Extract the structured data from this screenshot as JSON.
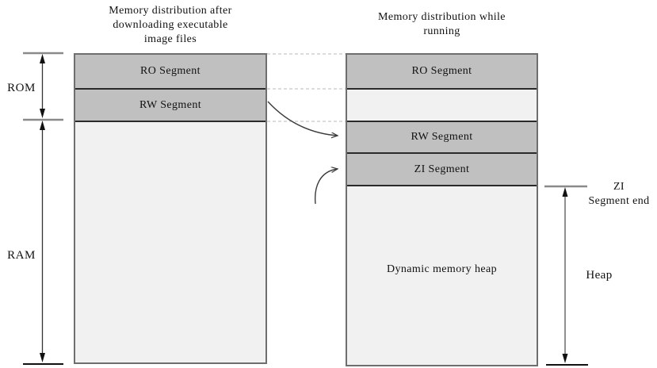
{
  "left_panel": {
    "title_lines": [
      "Memory distribution after",
      "downloading executable",
      "image files"
    ],
    "segments": [
      {
        "label": "RO Segment"
      },
      {
        "label": "RW Segment"
      }
    ]
  },
  "right_panel": {
    "title_lines": [
      "Memory distribution while",
      "running"
    ],
    "segments": [
      {
        "label": "RO Segment"
      },
      {
        "label": "RW Segment"
      },
      {
        "label": "ZI Segment"
      }
    ],
    "heap_area_label": "Dynamic memory heap"
  },
  "annotations": {
    "rom": "ROM",
    "ram": "RAM",
    "zi_end_lines": [
      "ZI",
      "Segment end"
    ],
    "heap": "Heap"
  },
  "colors": {
    "segment_fill": "#c0c0c0",
    "free_fill": "#f1f1f1",
    "column_border": "#6e6e6e",
    "divider": "#2a2a2a",
    "dashed_connector": "#c8c8c8",
    "arrow": "#3b3b3b",
    "tick_gray": "#8a8a8a"
  }
}
